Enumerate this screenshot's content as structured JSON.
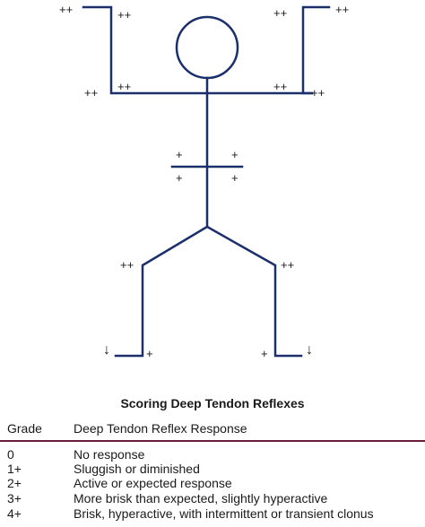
{
  "figure": {
    "line_color": "#1b2f6b",
    "labels": {
      "left_arm_top_outer": "++",
      "left_arm_top_inner": "++",
      "left_arm_bottom_outer": "++",
      "left_arm_bottom_inner": "++",
      "right_arm_top_inner": "++",
      "right_arm_top_outer": "++",
      "right_arm_bottom_inner": "++",
      "right_arm_bottom_outer": "++",
      "abdomen_upper_left": "+",
      "abdomen_upper_right": "+",
      "abdomen_lower_left": "+",
      "abdomen_lower_right": "+",
      "left_knee": "++",
      "right_knee": "++",
      "left_foot_arrow": "↓",
      "left_ankle": "+",
      "right_ankle": "+",
      "right_foot_arrow": "↓"
    }
  },
  "table": {
    "title": "Scoring Deep Tendon Reflexes",
    "headers": {
      "grade": "Grade",
      "response": "Deep Tendon Reflex Response"
    },
    "accent_color": "#6b1a3a",
    "rows": [
      {
        "grade": "0",
        "response": "No response"
      },
      {
        "grade": "1+",
        "response": "Sluggish or diminished"
      },
      {
        "grade": "2+",
        "response": "Active or expected response"
      },
      {
        "grade": "3+",
        "response": "More brisk than expected, slightly hyperactive"
      },
      {
        "grade": "4+",
        "response": "Brisk, hyperactive, with intermittent or transient clonus"
      }
    ]
  }
}
